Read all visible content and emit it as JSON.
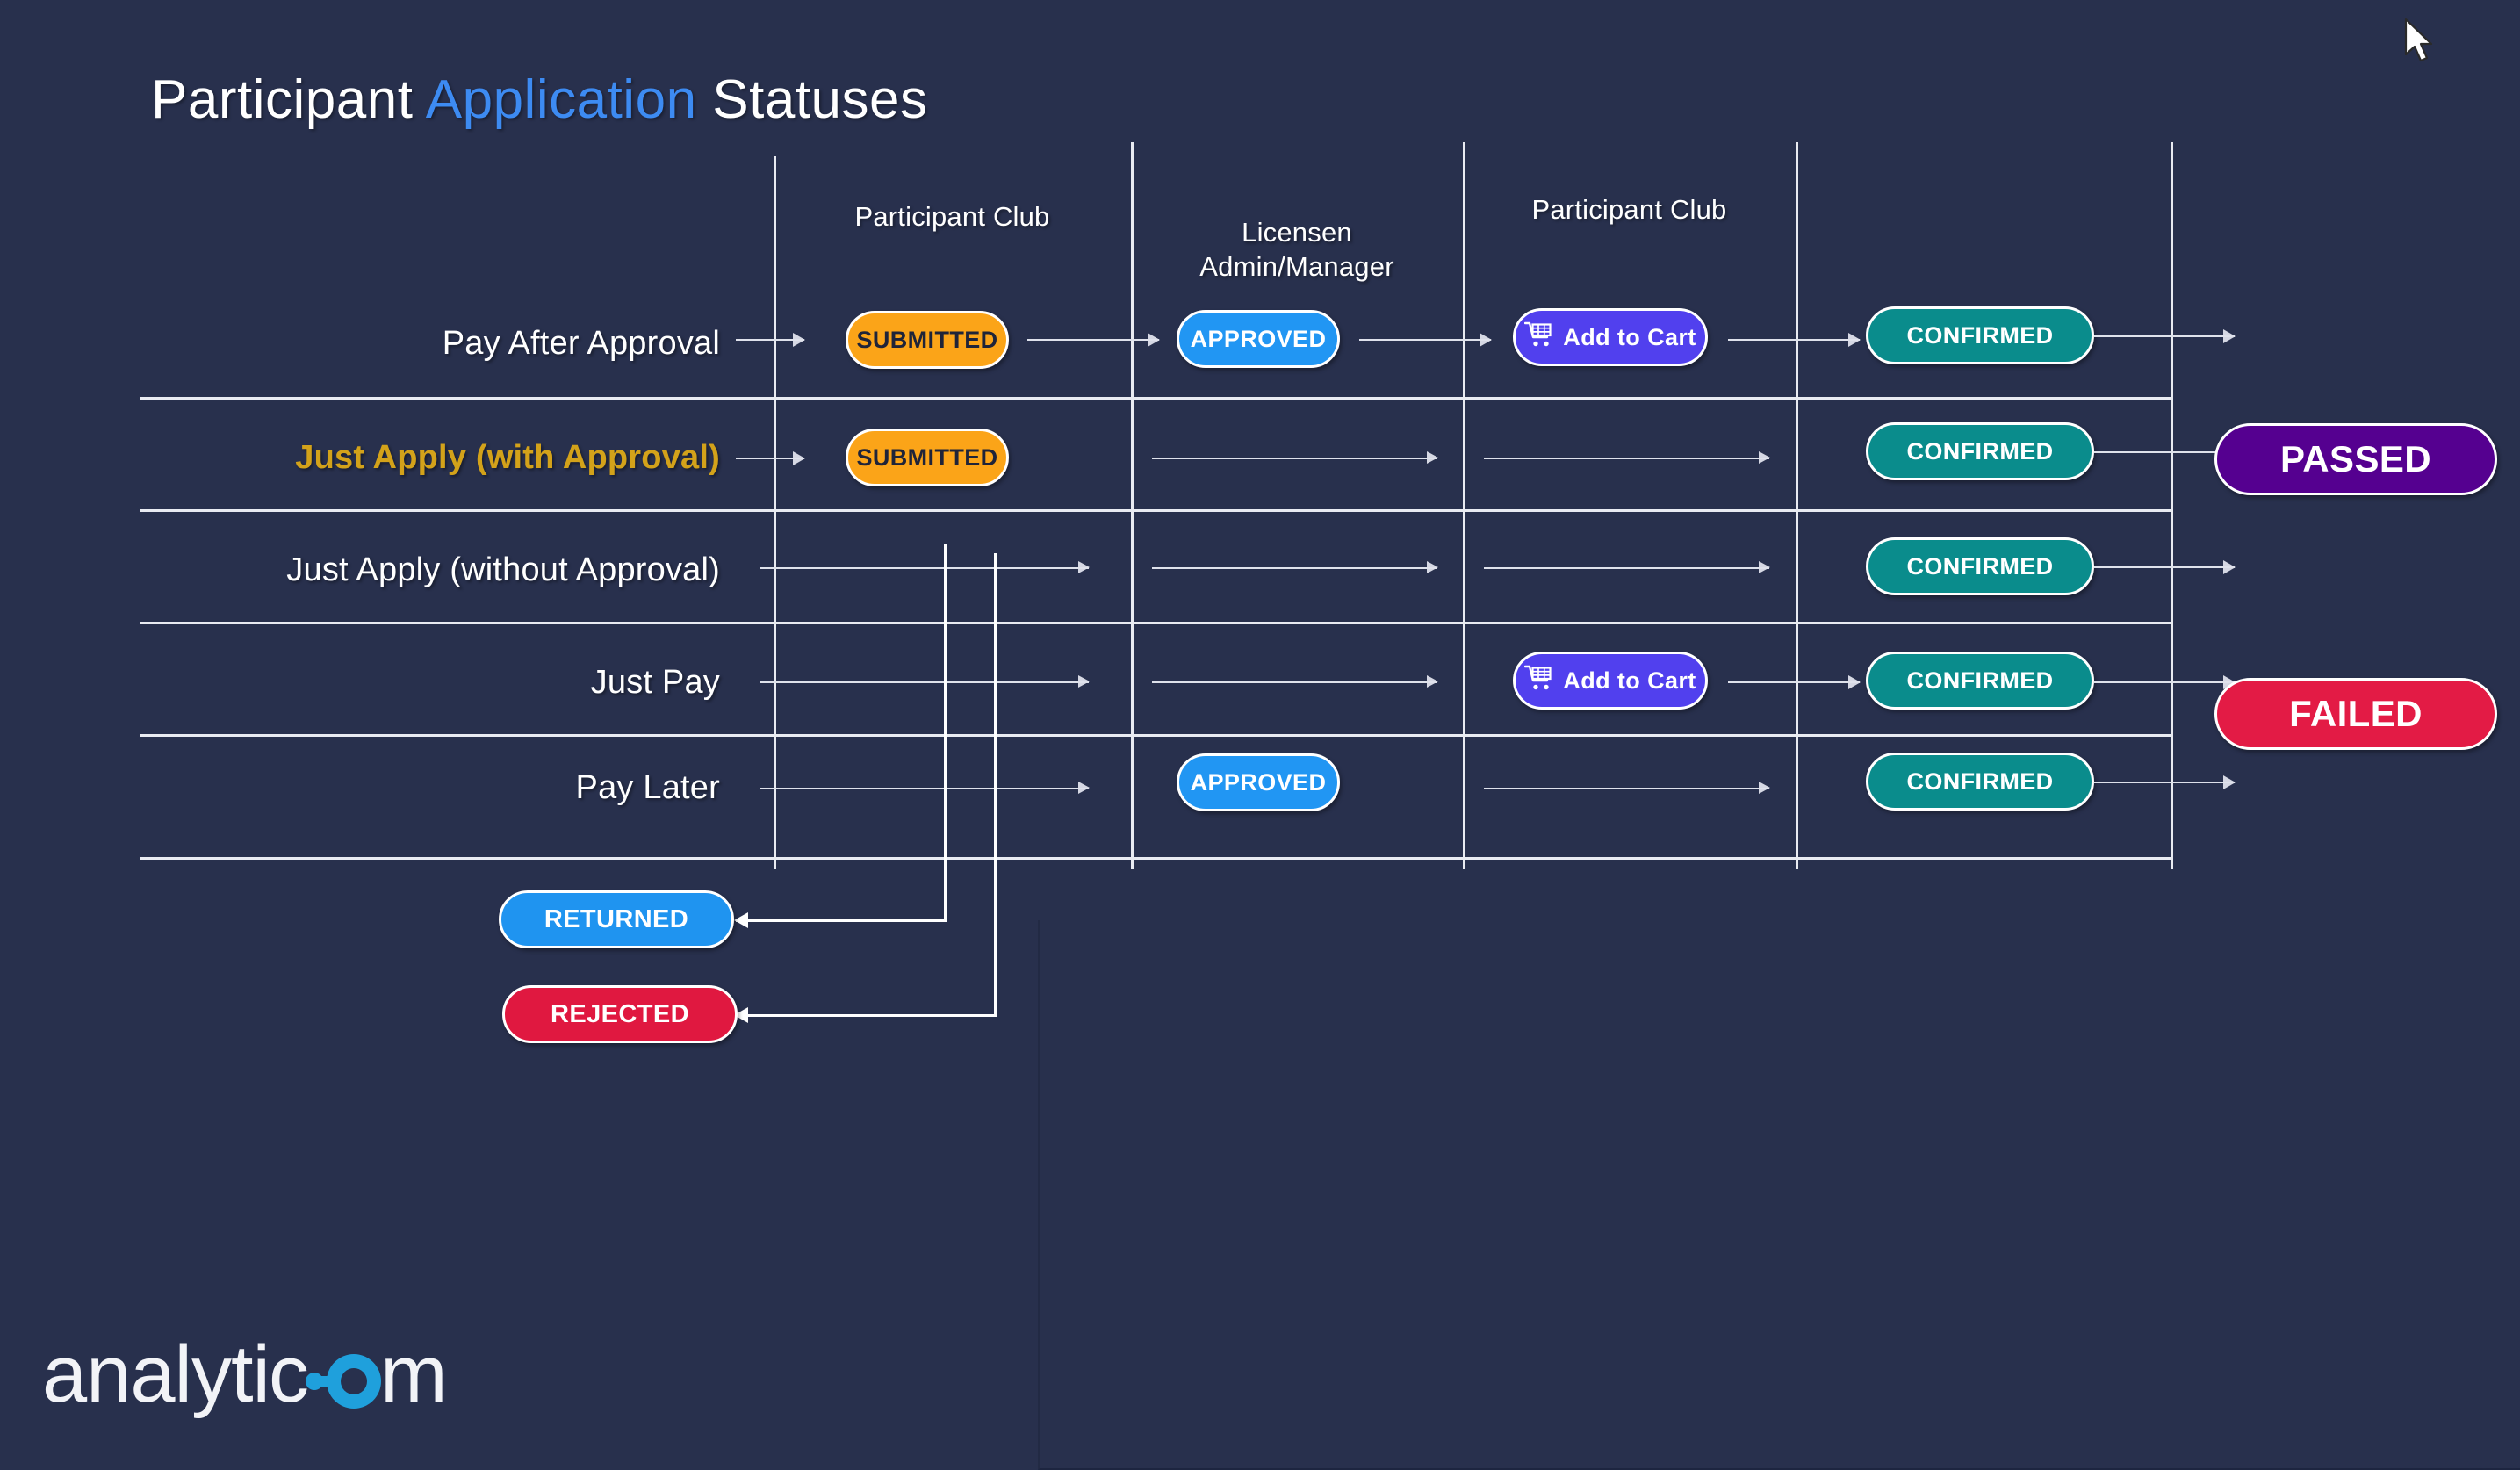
{
  "page": {
    "background_color": "#28304d",
    "title_prefix": "Participant ",
    "title_accent": "Application",
    "title_suffix": " Statuses",
    "accent_color": "#3d8bf2"
  },
  "columns": [
    {
      "label": "Participant Club"
    },
    {
      "label": "Licensen\nAdmin/Manager"
    },
    {
      "label": "Participant Club"
    },
    {
      "label": ""
    }
  ],
  "rows": [
    {
      "label": "Pay After Approval",
      "highlight": false
    },
    {
      "label": "Just Apply (with Approval)",
      "highlight": true
    },
    {
      "label": "Just Apply (without Approval)",
      "highlight": false
    },
    {
      "label": "Just Pay",
      "highlight": false
    },
    {
      "label": "Pay Later",
      "highlight": false
    }
  ],
  "statuses": {
    "submitted": {
      "label": "SUBMITTED",
      "color": "#FBA418",
      "text_color": "#1f2439"
    },
    "approved": {
      "label": "APPROVED",
      "color": "#2196F3",
      "text_color": "#ffffff"
    },
    "add_to_cart": {
      "label": "Add to Cart",
      "color": "#5140EE",
      "text_color": "#ffffff",
      "icon": "shopping-cart-icon"
    },
    "confirmed": {
      "label": "CONFIRMED",
      "color": "#0A8C8C",
      "text_color": "#ffffff"
    },
    "returned": {
      "label": "RETURNED",
      "color": "#1F94F0",
      "text_color": "#ffffff"
    },
    "rejected": {
      "label": "REJECTED",
      "color": "#E01840",
      "text_color": "#ffffff"
    },
    "passed": {
      "label": "PASSED",
      "color": "#550090",
      "text_color": "#ffffff"
    },
    "failed": {
      "label": "FAILED",
      "color": "#E31B45",
      "text_color": "#ffffff"
    }
  },
  "flow": {
    "pay_after_approval": [
      "SUBMITTED",
      "APPROVED",
      "Add to Cart",
      "CONFIRMED"
    ],
    "just_apply_with_approval": [
      "SUBMITTED",
      "",
      "",
      "CONFIRMED"
    ],
    "just_apply_without_approval": [
      "",
      "",
      "",
      "CONFIRMED"
    ],
    "just_pay": [
      "",
      "",
      "Add to Cart",
      "CONFIRMED"
    ],
    "pay_later": [
      "",
      "APPROVED",
      "",
      "CONFIRMED"
    ]
  },
  "outcomes": [
    {
      "label": "PASSED",
      "color": "#550090"
    },
    {
      "label": "FAILED",
      "color": "#E31B45"
    }
  ],
  "exceptions": [
    {
      "label": "RETURNED",
      "color": "#1F94F0"
    },
    {
      "label": "REJECTED",
      "color": "#E01840"
    }
  ],
  "branding": {
    "logo_text_a": "analyti",
    "logo_text_c": "c",
    "logo_text_o": "o",
    "logo_text_m": "m",
    "logo_accent": "#1FA0DC"
  }
}
